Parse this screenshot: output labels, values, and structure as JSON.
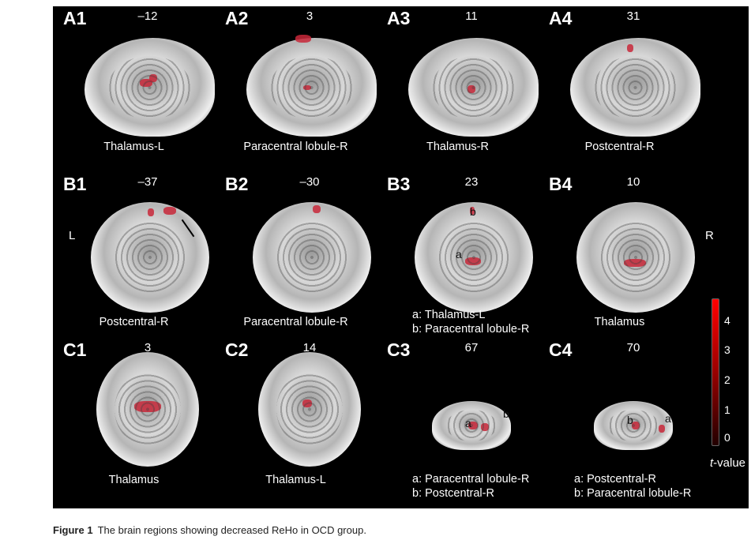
{
  "panels": [
    {
      "id": "A1",
      "slice": "–12",
      "caption": [
        "Thalamus-L"
      ]
    },
    {
      "id": "A2",
      "slice": "3",
      "caption": [
        "Paracentral lobule-R"
      ]
    },
    {
      "id": "A3",
      "slice": "11",
      "caption": [
        "Thalamus-R"
      ]
    },
    {
      "id": "A4",
      "slice": "31",
      "caption": [
        "Postcentral-R"
      ]
    },
    {
      "id": "B1",
      "slice": "–37",
      "caption": [
        "Postcentral-R"
      ]
    },
    {
      "id": "B2",
      "slice": "–30",
      "caption": [
        "Paracentral lobule-R"
      ]
    },
    {
      "id": "B3",
      "slice": "23",
      "caption": [
        "a: Thalamus-L",
        "b: Paracentral lobule-R"
      ],
      "marks": [
        "a",
        "b"
      ]
    },
    {
      "id": "B4",
      "slice": "10",
      "caption": [
        "Thalamus"
      ]
    },
    {
      "id": "C1",
      "slice": "3",
      "caption": [
        "Thalamus"
      ]
    },
    {
      "id": "C2",
      "slice": "14",
      "caption": [
        "Thalamus-L"
      ]
    },
    {
      "id": "C3",
      "slice": "67",
      "caption": [
        "a: Paracentral lobule-R",
        "b: Postcentral-R"
      ],
      "marks": [
        "a",
        "b"
      ]
    },
    {
      "id": "C4",
      "slice": "70",
      "caption": [
        "a: Postcentral-R",
        "b: Paracentral lobule-R"
      ],
      "marks": [
        "b",
        "a"
      ]
    }
  ],
  "orientation": {
    "left": "L",
    "right": "R"
  },
  "colorbar": {
    "ticks": [
      "4",
      "3",
      "2",
      "1",
      "0"
    ],
    "label_italic": "t",
    "label_rest": "-value",
    "min": 0,
    "max": 4.6,
    "color_high": "#ff0000",
    "color_low": "#200000"
  },
  "caption": {
    "label": "Figure 1",
    "text": "The brain regions showing decreased ReHo in OCD group."
  }
}
